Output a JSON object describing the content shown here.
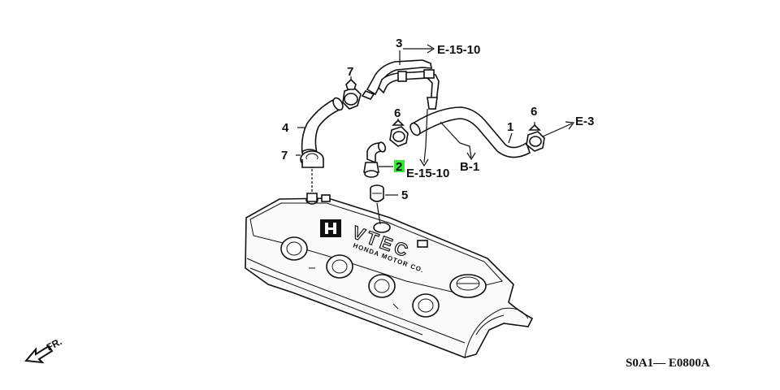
{
  "callouts": {
    "p1": "1",
    "p2": "2",
    "p3": "3",
    "p4": "4",
    "p5": "5",
    "p6a": "6",
    "p6b": "6",
    "p7a": "7",
    "p7b": "7"
  },
  "references": {
    "e15_10_top": "E-15-10",
    "e15_10_mid": "E-15-10",
    "e3": "E-3",
    "b1": "B-1"
  },
  "cover_lettering": {
    "vtec": "VTEC",
    "maker": "HONDA MOTOR CO."
  },
  "front_marker": "FR.",
  "diagram_code": "S0A1— E0800A",
  "colors": {
    "highlight": "#39e639",
    "ink": "#111111",
    "background": "#ffffff"
  }
}
